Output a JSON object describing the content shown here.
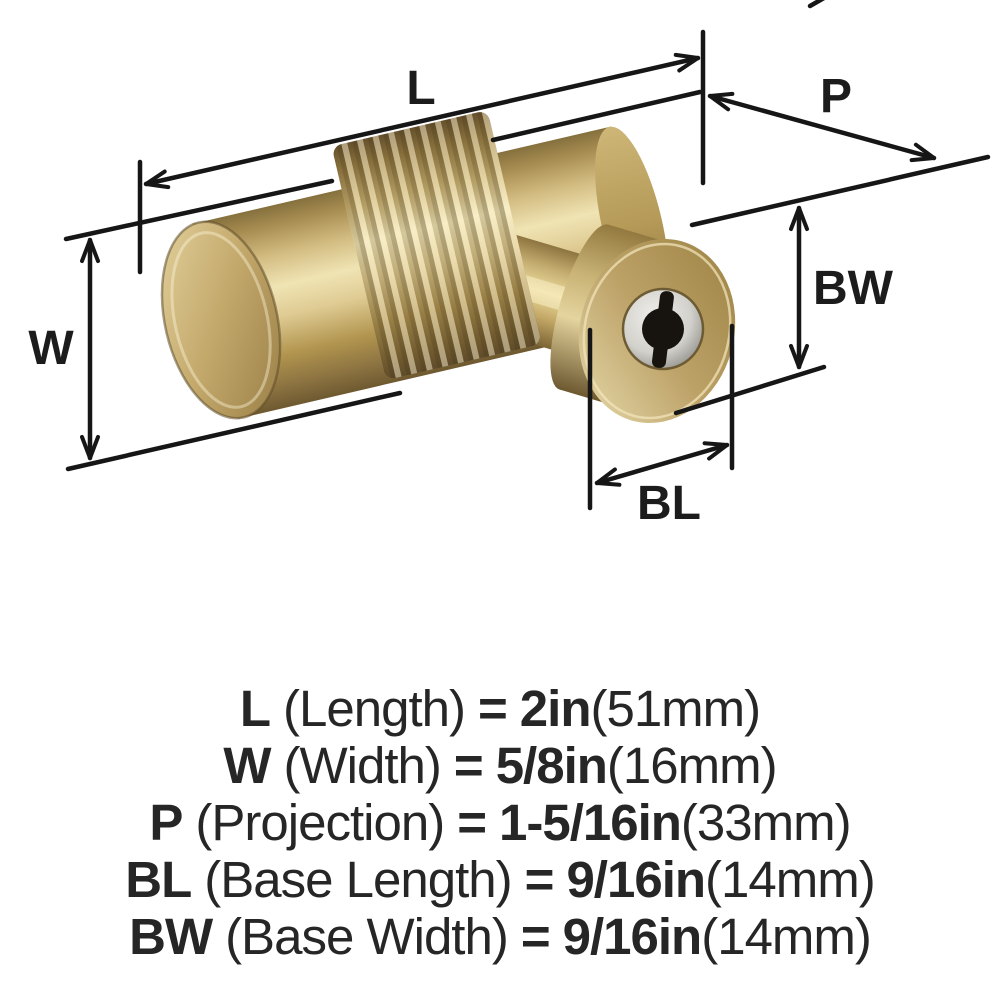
{
  "diagram": {
    "dim_labels": {
      "L": "L",
      "P": "P",
      "W": "W",
      "BW": "BW",
      "BL": "BL"
    }
  },
  "specs": [
    {
      "abbr": "L",
      "name": "(Length)",
      "eq": "=",
      "value": "2in",
      "metric": "(51mm)"
    },
    {
      "abbr": "W",
      "name": "(Width)",
      "eq": "=",
      "value": "5/8in",
      "metric": "(16mm)"
    },
    {
      "abbr": "P",
      "name": "(Projection)",
      "eq": "=",
      "value": "1-5/16in",
      "metric": "(33mm)"
    },
    {
      "abbr": "BL",
      "name": "(Base Length)",
      "eq": "=",
      "value": "9/16in",
      "metric": "(14mm)"
    },
    {
      "abbr": "BW",
      "name": "(Base Width)",
      "eq": "=",
      "value": "9/16in",
      "metric": "(14mm)"
    }
  ],
  "colors": {
    "background": "#ffffff",
    "dimension_line": "#161616",
    "label_text": "#1c1c1c",
    "spec_text": "#262626",
    "brass_highlight": "#f2e6b8",
    "brass_light": "#d8c48c",
    "brass_mid": "#b3954f",
    "brass_dark": "#7c6436",
    "brass_deep": "#5f4d28",
    "screw_silver": "#d2d1cc",
    "keyhole_black": "#17140f"
  }
}
